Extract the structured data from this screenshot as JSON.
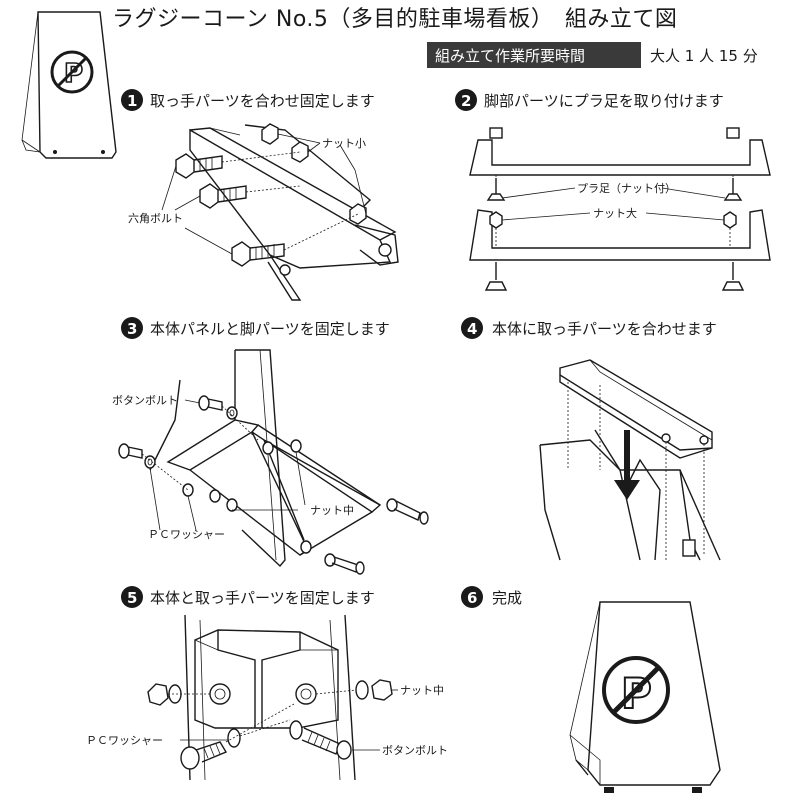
{
  "header": {
    "title": "ラグジーコーン No.5（多目的駐車場看板）　組み立て図",
    "duration_badge": "組み立て作業所要時間",
    "duration_value": "大人 1 人 15 分"
  },
  "steps": [
    {
      "number": "1",
      "title": "取っ手パーツを合わせ固定します",
      "callouts": [
        "ナット小",
        "六角ボルト"
      ]
    },
    {
      "number": "2",
      "title": "脚部パーツにプラ足を取り付けます",
      "callouts": [
        "プラ足（ナット付）",
        "ナット大"
      ]
    },
    {
      "number": "3",
      "title": "本体パネルと脚パーツを固定します",
      "callouts": [
        "ボタンボルト",
        "ナット中",
        "ＰＣワッシャー"
      ]
    },
    {
      "number": "4",
      "title": "本体に取っ手パーツを合わせます",
      "callouts": []
    },
    {
      "number": "5",
      "title": "本体と取っ手パーツを固定します",
      "callouts": [
        "ナット中",
        "ＰＣワッシャー",
        "ボタンボルト"
      ]
    },
    {
      "number": "6",
      "title": "完成",
      "callouts": []
    }
  ],
  "icons": {
    "no_parking": "no-parking-sign-icon"
  }
}
